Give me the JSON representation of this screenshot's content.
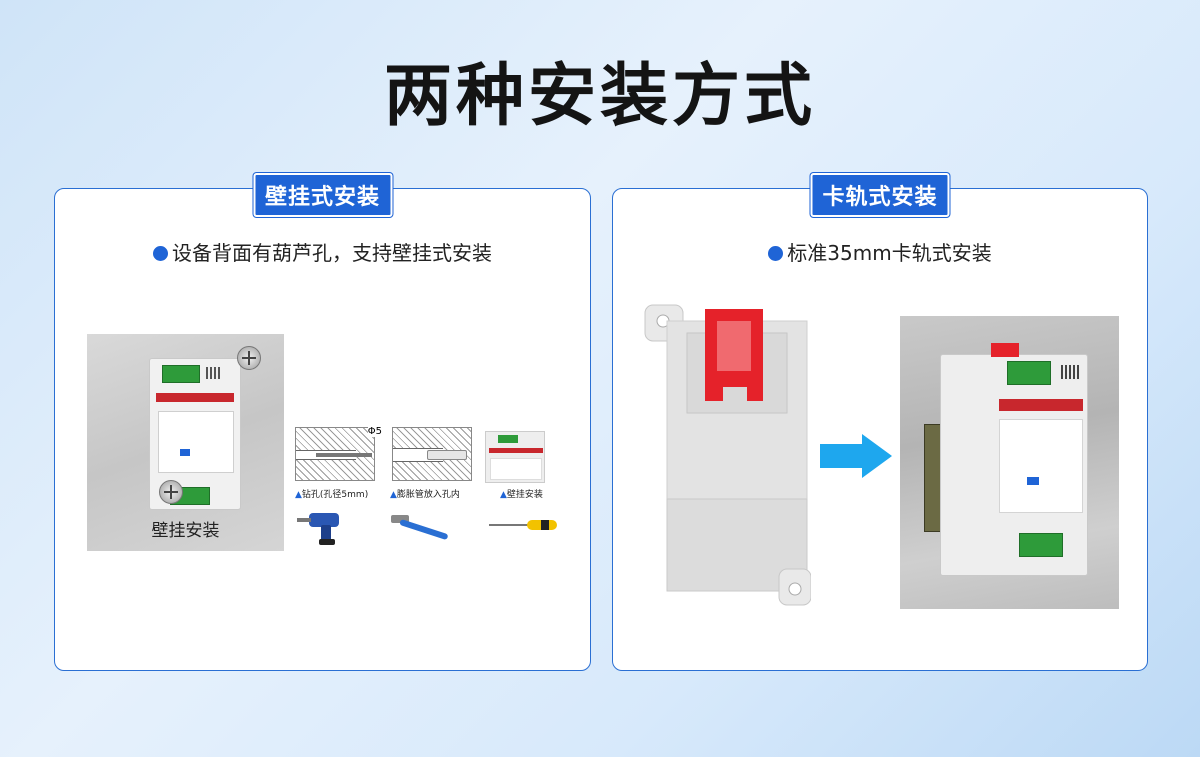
{
  "title": "两种安装方式",
  "left_card": {
    "tag": "壁挂式安装",
    "description": "设备背面有葫芦孔，支持壁挂式安装",
    "photo_caption": "壁挂安装",
    "steps": [
      {
        "label": "钻孔(孔径5mm)",
        "marker": "▲"
      },
      {
        "label": "膨胀管放入孔内",
        "marker": "▲"
      },
      {
        "label": "壁挂安装",
        "marker": "▲"
      }
    ],
    "drill_size_label": "Φ5"
  },
  "right_card": {
    "tag": "卡轨式安装",
    "description": "标准35mm卡轨式安装"
  },
  "colors": {
    "accent": "#1f64d6",
    "terminal_green": "#2e9b3a",
    "clip_red": "#e5222a",
    "arrow_blue": "#1ea7ee"
  }
}
